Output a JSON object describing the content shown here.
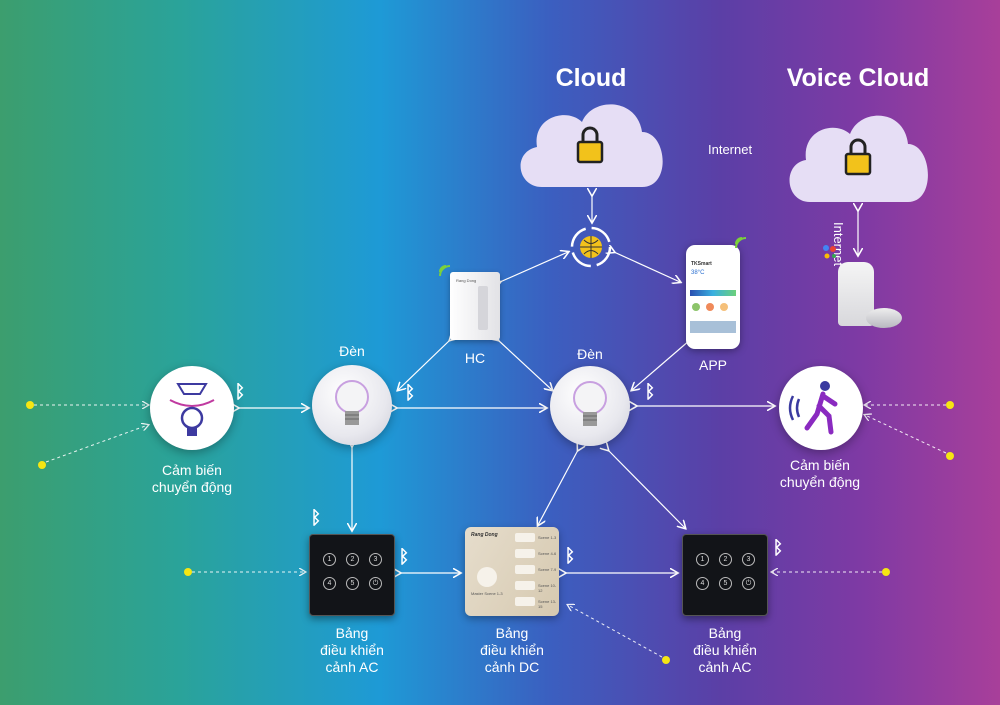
{
  "cloud": {
    "title": "Cloud",
    "icon": "lock-icon"
  },
  "voice_cloud": {
    "title": "Voice Cloud",
    "icon": "lock-icon"
  },
  "links": {
    "internet_horizontal": "Internet",
    "internet_vertical": "Internet"
  },
  "hub": {
    "label": "HC",
    "brand": "Rang Dong"
  },
  "app": {
    "label": "APP",
    "screen_title": "TKSmart",
    "temperature": "38°C"
  },
  "bulb_left": {
    "label": "Đèn"
  },
  "bulb_center": {
    "label": "Đèn"
  },
  "sensor_left": {
    "line1": "Cảm biến",
    "line2": "chuyển động"
  },
  "sensor_right": {
    "line1": "Cảm biến",
    "line2": "chuyển động"
  },
  "panel_ac_left": {
    "line1": "Bảng",
    "line2": "điều khiển",
    "line3": "cảnh AC",
    "buttons": [
      "1",
      "2",
      "3",
      "4",
      "5",
      "⏻"
    ]
  },
  "panel_dc": {
    "line1": "Bảng",
    "line2": "điều khiển",
    "line3": "cảnh DC",
    "brand": "Rang Dong",
    "master": "Master Scene 1-3",
    "scenes": [
      "Scene 1-3",
      "Scene 4-6",
      "Scene 7-9",
      "Scene 10-12",
      "Scene 13-15"
    ]
  },
  "panel_ac_right": {
    "line1": "Bảng",
    "line2": "điều khiển",
    "line3": "cảnh AC",
    "buttons": [
      "1",
      "2",
      "3",
      "4",
      "5",
      "⏻"
    ]
  },
  "colors": {
    "dot": "#f5e613",
    "bluetooth": "#ffffff",
    "cloud": "#e6def5"
  }
}
